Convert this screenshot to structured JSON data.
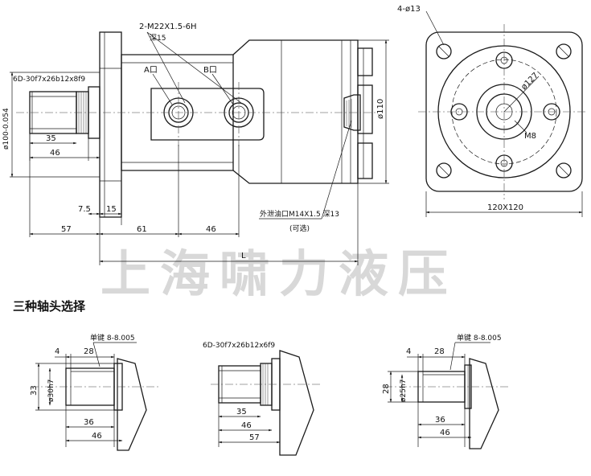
{
  "watermark": "上海啸力液压",
  "section_title": "三种轴头选择",
  "main_view": {
    "thread_port": "2-M22X1.5-6H",
    "thread_port_depth": "深15",
    "port_a": "A口",
    "port_b": "B口",
    "spline_spec": "6D-30f7x26b12x8f9",
    "pilot_diameter": "ø100-0.054",
    "housing_diameter": "ø110",
    "dims": {
      "shaft_thread_len": "35",
      "shaft_len": "46",
      "flange_to_end": "57",
      "flange_thk": "7.5",
      "flange_face": "15",
      "port_a_pos": "61",
      "port_spacing": "46",
      "total_len": "L"
    },
    "drain_port": "外泄油口M14X1.5 深13",
    "drain_note": "(可选)"
  },
  "end_view": {
    "holes": "4-ø13",
    "bolt_circle": "ø127",
    "center_thread": "M8",
    "size": "120X120"
  },
  "options": [
    {
      "key": "key30",
      "key_label": "单键 8-8.005",
      "dims": {
        "a": "4",
        "b": "28",
        "c": "33",
        "d": "ø30h7",
        "e": "36",
        "f": "46"
      }
    },
    {
      "key": "spline",
      "spline_label": "6D-30f7x26b12x6f9",
      "dims": {
        "a": "35",
        "b": "46",
        "c": "57"
      }
    },
    {
      "key": "key25",
      "key_label": "单键 8-8.005",
      "dims": {
        "a": "4",
        "b": "28",
        "c": "28",
        "d": "ø25h7",
        "e": "36",
        "f": "46"
      }
    }
  ]
}
